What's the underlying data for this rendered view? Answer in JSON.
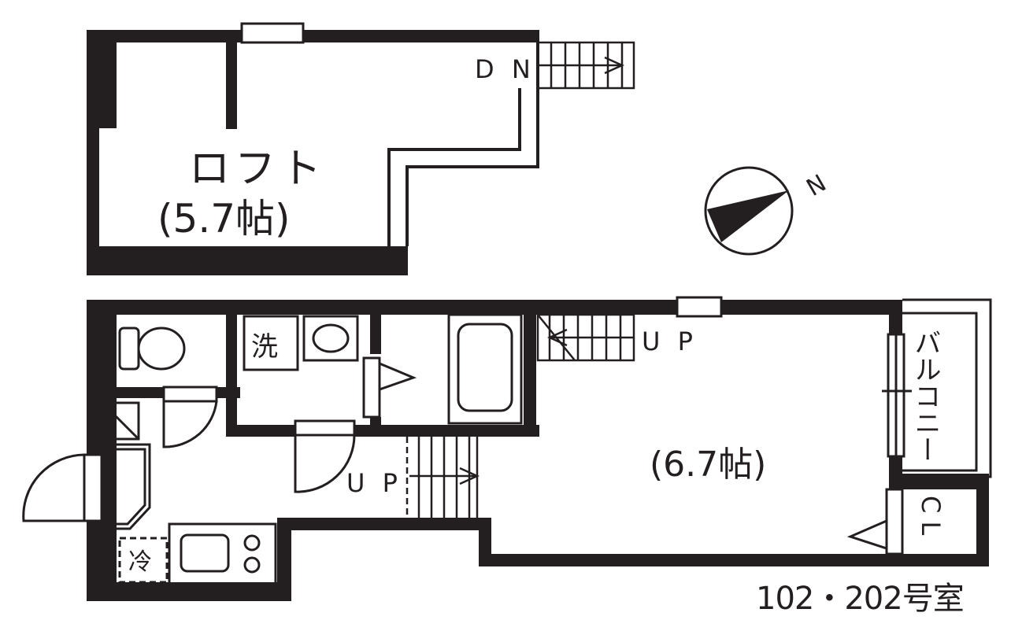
{
  "loft": {
    "name": "ロフト",
    "size": "(5.7帖)",
    "stair_label": "D N"
  },
  "main_room": {
    "size": "(6.7帖)",
    "stair_label": "U P"
  },
  "entry_stair": {
    "label": "U P"
  },
  "washer": {
    "label": "洗"
  },
  "fridge": {
    "label": "冷"
  },
  "balcony": {
    "label": "バルコニー"
  },
  "closet": {
    "label": "C L"
  },
  "compass": {
    "label": "N"
  },
  "unit": {
    "label": "102・202号室"
  }
}
